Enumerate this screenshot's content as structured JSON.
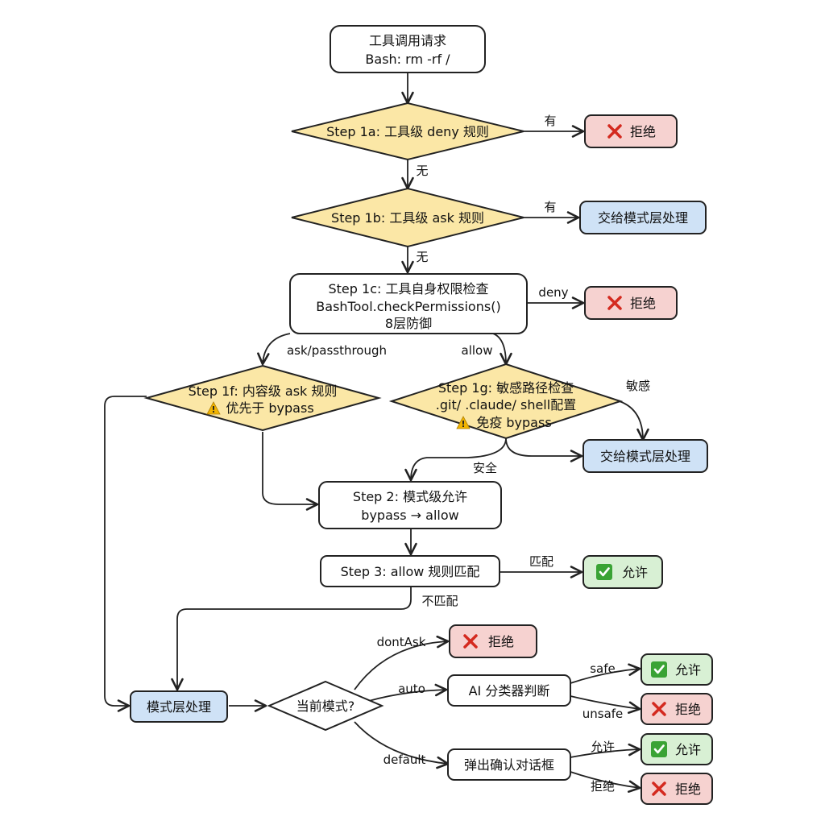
{
  "diagram": {
    "nodes": {
      "request": {
        "line1": "工具调用请求",
        "line2": "Bash: rm -rf /"
      },
      "step1a": {
        "label": "Step 1a: 工具级 deny 规则"
      },
      "reject1": {
        "label": "拒绝",
        "icon": "cross-mark-icon"
      },
      "step1b": {
        "label": "Step 1b: 工具级 ask 规则"
      },
      "mode1": {
        "label": "交给模式层处理"
      },
      "step1c": {
        "line1": "Step 1c: 工具自身权限检查",
        "line2": "BashTool.checkPermissions()",
        "line3": "8层防御"
      },
      "reject2": {
        "label": "拒绝",
        "icon": "cross-mark-icon"
      },
      "step1f": {
        "line1": "Step 1f: 内容级 ask 规则",
        "line2": "优先于 bypass",
        "icon": "warning-icon"
      },
      "step1g": {
        "line1": "Step 1g: 敏感路径检查",
        "line2": ".git/ .claude/ shell配置",
        "line3": "免疫 bypass",
        "icon": "warning-icon"
      },
      "mode2": {
        "label": "交给模式层处理"
      },
      "step2": {
        "line1": "Step 2: 模式级允许",
        "line2": "bypass → allow"
      },
      "step3": {
        "label": "Step 3: allow 规则匹配"
      },
      "allow1": {
        "label": "允许",
        "icon": "check-mark-icon"
      },
      "modeHandler": {
        "label": "模式层处理"
      },
      "currentMode": {
        "label": "当前模式?"
      },
      "reject3": {
        "label": "拒绝",
        "icon": "cross-mark-icon"
      },
      "classifier": {
        "label": "AI 分类器判断"
      },
      "allow2": {
        "label": "允许",
        "icon": "check-mark-icon"
      },
      "reject4": {
        "label": "拒绝",
        "icon": "cross-mark-icon"
      },
      "dialog": {
        "label": "弹出确认对话框"
      },
      "allow3": {
        "label": "允许",
        "icon": "check-mark-icon"
      },
      "reject5": {
        "label": "拒绝",
        "icon": "cross-mark-icon"
      }
    },
    "edges": {
      "e1a_yes": "有",
      "e1a_no": "无",
      "e1b_yes": "有",
      "e1b_no": "无",
      "e1c_deny": "deny",
      "e1c_ask": "ask/passthrough",
      "e1c_allow": "allow",
      "e1g_sensitive": "敏感",
      "e1g_safe": "安全",
      "e3_match": "匹配",
      "e3_nomatch": "不匹配",
      "em_dontask": "dontAsk",
      "em_auto": "auto",
      "em_default": "default",
      "ec_safe": "safe",
      "ec_unsafe": "unsafe",
      "ed_allow": "允许",
      "ed_reject": "拒绝"
    },
    "colors": {
      "decision": "#fbe7a6",
      "reject": "#f6d2d0",
      "mode": "#cfe2f6",
      "allow": "#d8f0d4",
      "cross": "#d42a1f",
      "check": "#3aa335"
    }
  }
}
